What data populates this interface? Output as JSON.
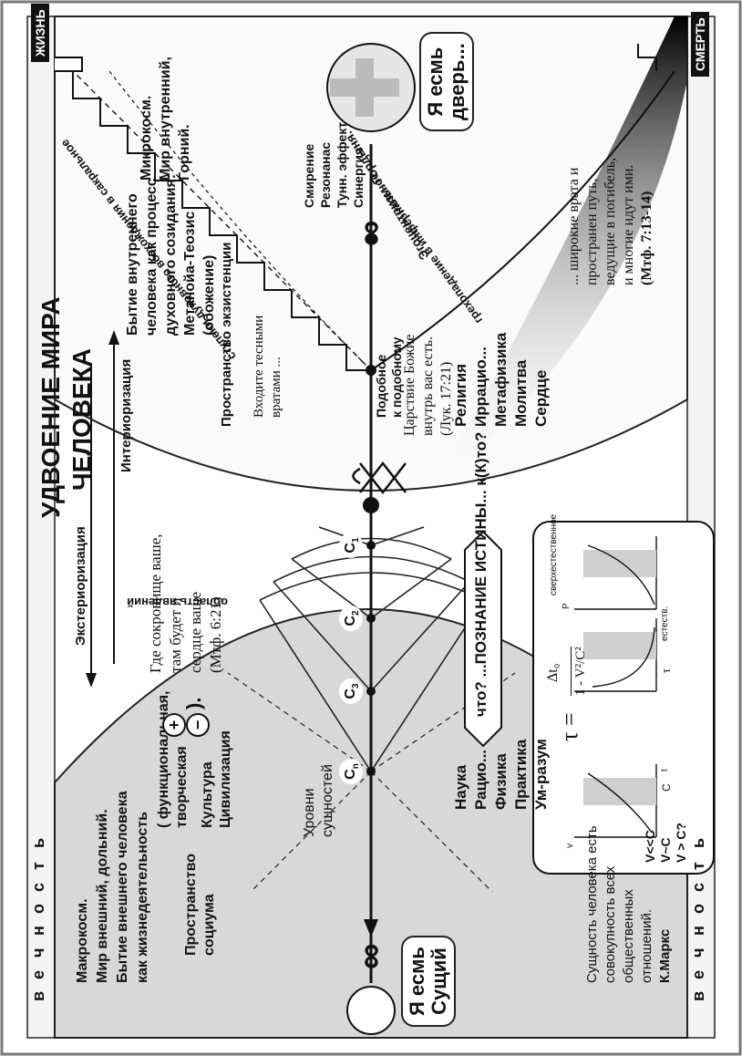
{
  "title": {
    "line1": "УДВОЕНИЕ  МИРА",
    "line2": "ЧЕЛОВЕКА"
  },
  "edges": {
    "life": "ЖИЗНЬ",
    "death": "СМЕРТЬ"
  },
  "eternity_letters": [
    "в",
    "е",
    "ч",
    "н",
    "о",
    "с",
    "т",
    "ь"
  ],
  "arrows": {
    "exteriorization": "Экстериоризация",
    "interiorization": "Интериоризация"
  },
  "outer_world": {
    "lines": [
      "Макрокосм.",
      "Мир внешний, дольний.",
      "Бытие внешнего человека",
      "как жизнедеятельность"
    ],
    "functional": [
      "( функциональная,",
      "творческая"
    ],
    "closing": ").",
    "plus": "+",
    "minus": "−",
    "society": [
      "Пространство",
      "социума"
    ],
    "culture": "Культура",
    "civilization": "Цивилизация"
  },
  "levels_label": [
    "Уровни",
    "сущностей"
  ],
  "levels": [
    {
      "base": "C",
      "sub": "1"
    },
    {
      "base": "C",
      "sub": "2"
    },
    {
      "base": "C",
      "sub": "3"
    },
    {
      "base": "C",
      "sub": "n"
    }
  ],
  "phenomena_area": "область явлений",
  "treasure_quote": [
    "Где сокровище ваше,",
    "там будет и",
    "сердце ваше",
    "(Мтф. 6:21)"
  ],
  "knowledge_label": "что? ...ПОЗНАНИЕ ИСТИНЫ... к(К)то?",
  "science": [
    "Наука",
    "Рацио...",
    "Физика",
    "Практика",
    "Ум-разум"
  ],
  "religion": [
    "Религия",
    "Иррацио...",
    "Метафизика",
    "Молитва",
    "Сердце"
  ],
  "marx_quote": [
    "Сущность человека есть",
    "совокупность всех",
    "общественных",
    "отношений."
  ],
  "marx_author": "К.Маркс",
  "i_am_existing": [
    "Я есмь",
    "Сущий"
  ],
  "i_am_door": [
    "Я есмь",
    "дверь..."
  ],
  "infinity": "∞",
  "similar": [
    "Подобное",
    "к подобному"
  ],
  "inner_world": {
    "micro": [
      "Микрокосм.",
      "Мир внутренний,",
      "Горний."
    ],
    "being": [
      "Бытие внутреннего",
      "человека как процесс",
      "духовного созидания:",
      "Метанойа-Теозис",
      "(обожение)"
    ]
  },
  "existence_space": "Пространство экзистенции",
  "narrow_gate": [
    "Входите тесными",
    "вратами ..."
  ],
  "kingdom_quote": [
    "Царствие Божие",
    "внутрь вас есть.",
    "(Лук. 17:21)"
  ],
  "ascent_label": "ступени духовного восхождения в сакральное",
  "descent_label": "грехопадение в инфернальное",
  "egocentrism": "Эгоцентризм. Гордыня.",
  "effects": [
    "Смирение",
    "Резонанас",
    "Тунн. эффект",
    "Синергия"
  ],
  "wide_gate_quote": [
    "... широкие врата и",
    "пространен путь,",
    "ведущие в погибель,",
    "и многие идут ими.",
    "(Мтф. 7:13-14)"
  ],
  "physics": {
    "conditions": [
      "V<<C",
      "V~C",
      "V > C?"
    ],
    "formula_tau": "τ =",
    "formula_num": "Δt₀",
    "formula_den_one": "1 -",
    "formula_v": "V²",
    "formula_c": "C²",
    "graph_labels": {
      "v": "v",
      "t": "t",
      "c": "C",
      "tau": "τ",
      "p": "P",
      "natural": "естеств.",
      "supernatural": "сверхестественное"
    }
  },
  "colors": {
    "shade": "#d8d8d8",
    "line": "#111111",
    "paper": "#ffffff"
  }
}
